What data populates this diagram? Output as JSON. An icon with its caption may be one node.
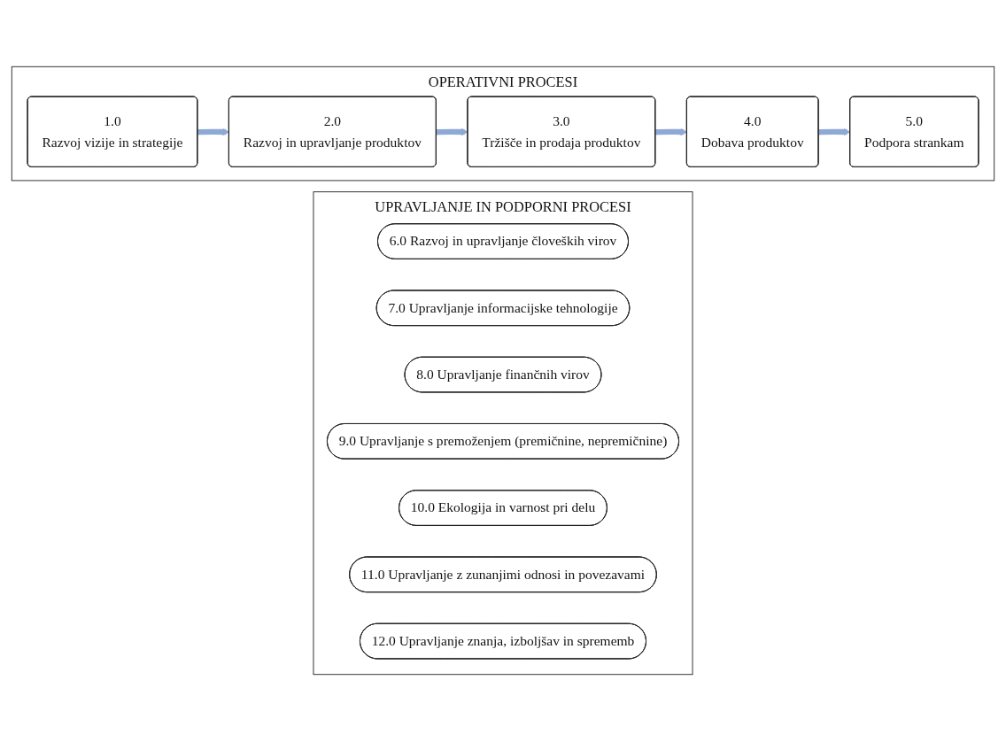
{
  "diagram": {
    "nodes": [
      {
        "text": [
          "OPERATIVNI PROCESI"
        ]
      },
      {
        "text": [
          "1.0",
          "Razvoj vizije in strategije"
        ],
        "in": 0
      },
      {
        "text": [
          "2.0",
          "Razvoj in upravljanje produktov"
        ],
        "in": 0
      },
      {
        "text": [
          "3.0",
          "Tržišče in prodaja produktov"
        ],
        "in": 0
      },
      {
        "text": [
          "4.0",
          "Dobava produktov"
        ],
        "in": 0
      },
      {
        "text": [
          "5.0",
          "Podpora strankam"
        ],
        "in": 0
      },
      {
        "text": [
          "UPRAVLJANJE IN PODPORNI PROCESI"
        ]
      },
      {
        "text": [
          "6.0 Razvoj in upravljanje človeških virov"
        ],
        "in": 6
      },
      {
        "text": [
          "7.0 Upravljanje informacijske tehnologije"
        ],
        "in": 6
      },
      {
        "text": [
          "8.0 Upravljanje finančnih virov"
        ],
        "in": 6
      },
      {
        "text": [
          "9.0 Upravljanje s premoženjem (premičnine, nepremičnine)"
        ],
        "in": 6
      },
      {
        "text": [
          "10.0 Ekologija in varnost pri delu"
        ],
        "in": 6
      },
      {
        "text": [
          "11.0 Upravljanje z zunanjimi odnosi in povezavami"
        ],
        "in": 6
      },
      {
        "text": [
          "12.0 Upravljanje znanja, izboljšav in sprememb"
        ],
        "in": 6
      }
    ],
    "edges": [
      {
        "from": 1,
        "to": 2,
        "arrow": "to"
      },
      {
        "from": 2,
        "to": 3,
        "arrow": "to"
      },
      {
        "from": 3,
        "to": 4,
        "arrow": "to"
      },
      {
        "from": 4,
        "to": 5,
        "arrow": "to"
      }
    ]
  }
}
